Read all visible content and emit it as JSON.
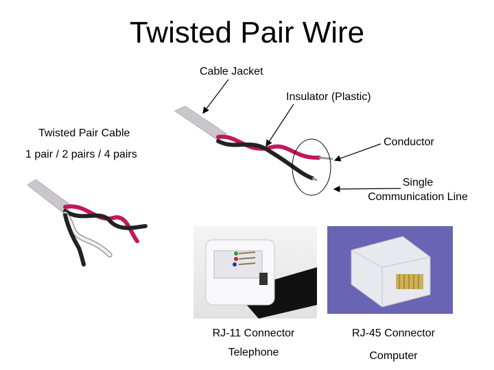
{
  "title": "Twisted Pair Wire",
  "labels": {
    "cable_jacket": "Cable Jacket",
    "insulator": "Insulator (Plastic)",
    "twisted_pair_cable": "Twisted Pair Cable",
    "pair_options": "1 pair / 2 pairs / 4 pairs",
    "conductor": "Conductor",
    "single_line_1": "Single",
    "single_line_2": "Communication Line",
    "rj11": "RJ-11 Connector",
    "rj45": "RJ-45 Connector",
    "rj11_use": "Telephone",
    "rj45_use": "Computer"
  },
  "colors": {
    "jacket": "#c9c6cc",
    "red_wire": "#c2185b",
    "black_wire": "#222222",
    "white_wire": "#eeeeee",
    "copper": "#9a9a9a",
    "rj45_background": "#6a64b4"
  },
  "icons": {
    "rj11_photo": "rj11-connector-photo",
    "rj45_photo": "rj45-connector-photo"
  }
}
